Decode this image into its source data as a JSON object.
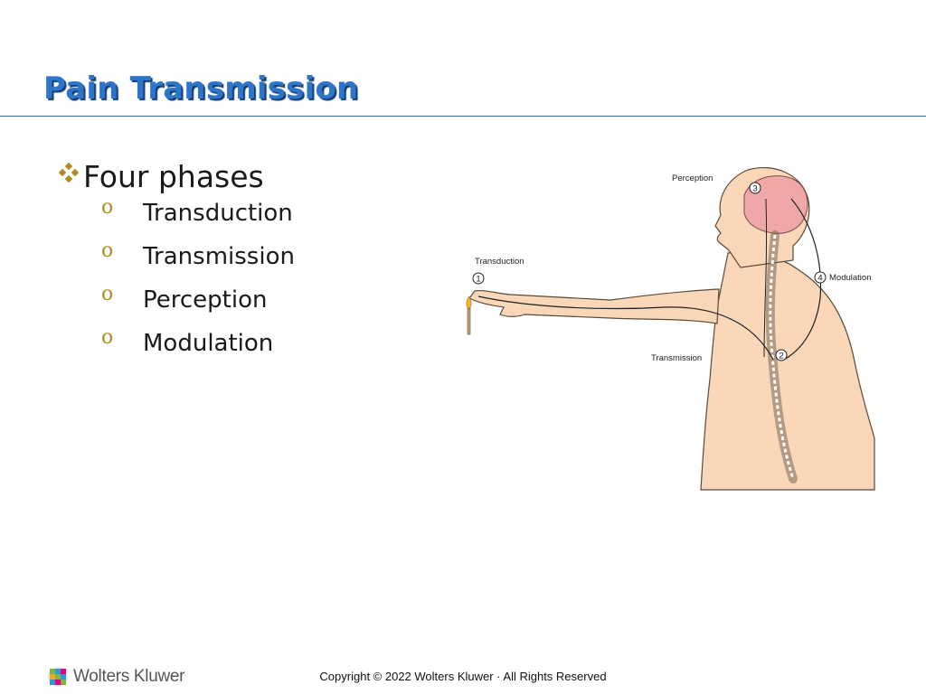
{
  "slide": {
    "title": "Pain Transmission",
    "main_bullet": "Four phases",
    "sub_bullet_marker": "o",
    "sub_bullets": [
      "Transduction",
      "Transmission",
      "Perception",
      "Modulation"
    ]
  },
  "figure": {
    "labels": {
      "perception": "Perception",
      "transduction": "Transduction",
      "modulation": "Modulation",
      "transmission": "Transmission"
    },
    "markers": [
      "1",
      "2",
      "3",
      "4"
    ]
  },
  "footer": {
    "copyright": "Copyright © 2022 Wolters Kluwer · All Rights Reserved",
    "logo_text": "Wolters Kluwer",
    "logo_icon": "wolters-kluwer-globe-icon"
  },
  "colors": {
    "title": "#2e74c9",
    "title_shadow": "#0d3a6e",
    "rule": "#2a6ea8",
    "bullet_accent": "#b38b1d",
    "skin": "#f9d7b8",
    "brain": "#f0a7a7"
  }
}
